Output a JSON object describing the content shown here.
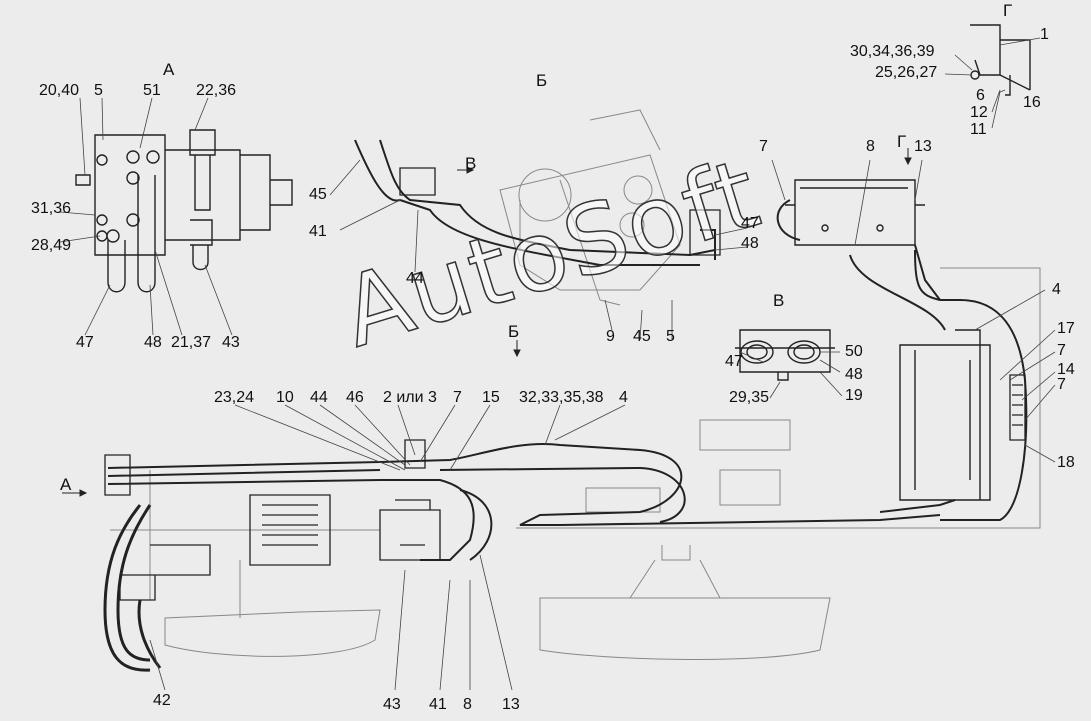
{
  "watermark": "AutoSoft",
  "views": {
    "a_top": "А",
    "b": "Б",
    "v": "В",
    "g": "Г",
    "a_arrow": "А",
    "b_arrow": "Б",
    "v_arrow": "В",
    "g_arrow": "Г"
  },
  "labels": {
    "l_20_40": "20,40",
    "l_5a": "5",
    "l_51": "51",
    "l_22_36": "22,36",
    "l_31_36": "31,36",
    "l_28_49": "28,49",
    "l_47a": "47",
    "l_48a": "48",
    "l_21_37": "21,37",
    "l_43a": "43",
    "l_45a": "45",
    "l_41a": "41",
    "l_44a": "44",
    "l_47b": "47",
    "l_48b": "48",
    "l_7a": "7",
    "l_8a": "8",
    "l_13a": "13",
    "l_30_34": "30,34,36,39",
    "l_25_26": "25,26,27",
    "l_1": "1",
    "l_6": "6",
    "l_16": "16",
    "l_12": "12",
    "l_11": "11",
    "l_9": "9",
    "l_45b": "45",
    "l_5b": "5",
    "l_47c": "47",
    "l_50": "50",
    "l_48c": "48",
    "l_29_35": "29,35",
    "l_19": "19",
    "l_4a": "4",
    "l_17": "17",
    "l_7b": "7",
    "l_14": "14",
    "l_7c": "7",
    "l_18": "18",
    "l_23_24": "23,24",
    "l_10": "10",
    "l_44b": "44",
    "l_46": "46",
    "l_2or3": "2 или 3",
    "l_7d": "7",
    "l_15": "15",
    "l_32": "32,33,35,38",
    "l_4b": "4",
    "l_42": "42",
    "l_43b": "43",
    "l_41b": "41",
    "l_8b": "8",
    "l_13b": "13"
  }
}
